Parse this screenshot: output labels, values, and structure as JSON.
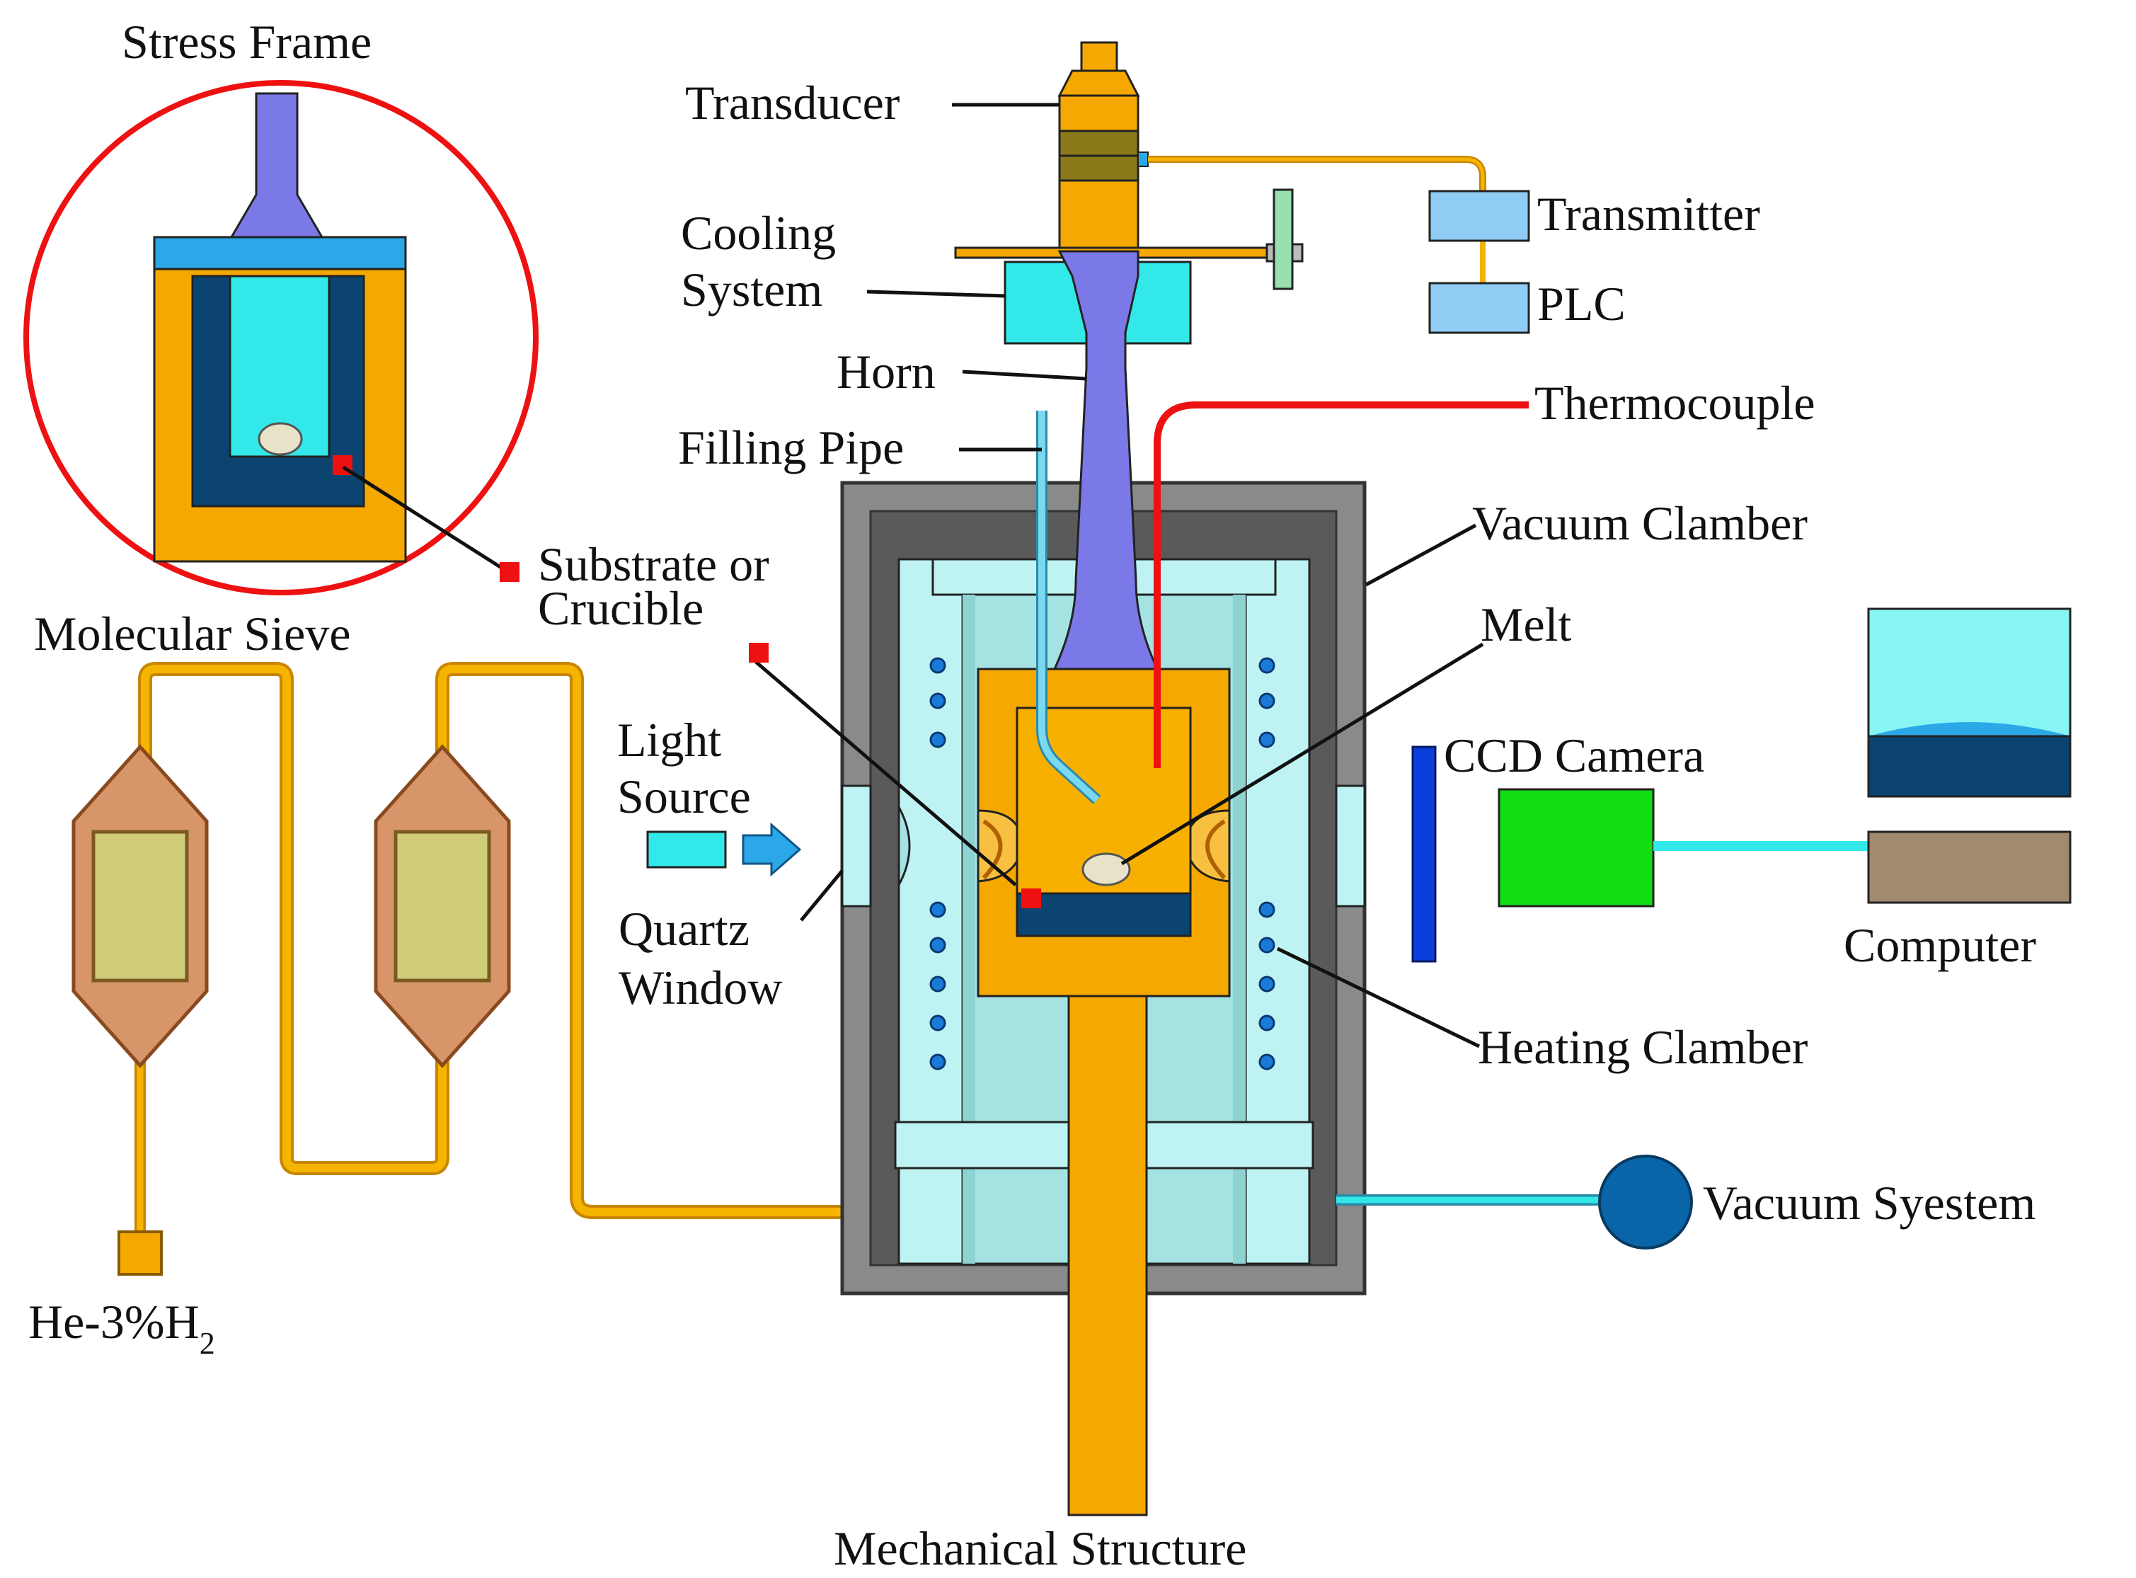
{
  "labels": {
    "stress_frame": "Stress Frame",
    "molecular_sieve": "Molecular Sieve",
    "substrate_line1": "Substrate or",
    "substrate_line2": "Crucible",
    "gas_main": "He-3%H",
    "gas_sub": "2",
    "transducer": "Transducer",
    "cooling_line1": "Cooling",
    "cooling_line2": "System",
    "horn": "Horn",
    "filling_pipe": "Filling Pipe",
    "light_line1": "Light",
    "light_line2": "Source",
    "quartz_line1": "Quartz",
    "quartz_line2": "Window",
    "mechanical_structure": "Mechanical Structure",
    "transmitter": "Transmitter",
    "plc": "PLC",
    "thermocouple": "Thermocouple",
    "vacuum_chamber": "Vacuum Clamber",
    "melt": "Melt",
    "ccd_camera": "CCD Camera",
    "computer": "Computer",
    "heating_chamber": "Heating Clamber",
    "vacuum_system": "Vacuum Syestem"
  },
  "colors": {
    "copper_orange": "#f5a800",
    "horn_purple": "#7b78e8",
    "light_cyan": "#bff3f3",
    "cyan": "#33e8e8",
    "navy": "#0b4470",
    "chamber_gray": "#8a8a8a",
    "chamber_dark": "#5a5a5a",
    "red": "#ee1111",
    "green": "#11dd11",
    "blue_bar": "#0a3fdd",
    "computer_brown": "#a08a70",
    "vacuum_blue": "#0a64a8",
    "sieve_copper": "#d9956a",
    "sieve_olive": "#cfcc7a",
    "light_blue_box": "#8fcdf5"
  }
}
